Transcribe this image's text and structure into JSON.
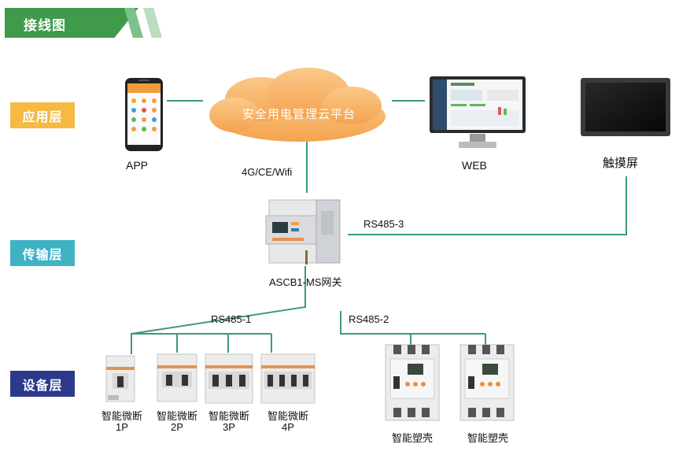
{
  "header": {
    "title": "接线图"
  },
  "layers": {
    "application": "应用层",
    "transport": "传输层",
    "device": "设备层"
  },
  "cloud": {
    "label": "安全用电管理云平台"
  },
  "nodes": {
    "app": "APP",
    "web": "WEB",
    "touchscreen": "触摸屏",
    "gateway": "ASCB1-MS网关"
  },
  "links": {
    "cloud_uplink": "4G/CE/Wifi",
    "rs485_1": "RS485-1",
    "rs485_2": "RS485-2",
    "rs485_3": "RS485-3"
  },
  "devices": {
    "mcb_1p": [
      "智能微断",
      "1P"
    ],
    "mcb_2p": [
      "智能微断",
      "2P"
    ],
    "mcb_3p": [
      "智能微断",
      "3P"
    ],
    "mcb_4p": [
      "智能微断",
      "4P"
    ],
    "mccb_1": "智能塑壳",
    "mccb_2": "智能塑壳"
  },
  "colors": {
    "header_green": "#3f9b4b",
    "line_green": "#3c9a7a",
    "app_layer": "#f5b944",
    "transport_layer": "#3fb2c4",
    "device_layer": "#2d3a8c",
    "cloud": "#f4a34e"
  }
}
